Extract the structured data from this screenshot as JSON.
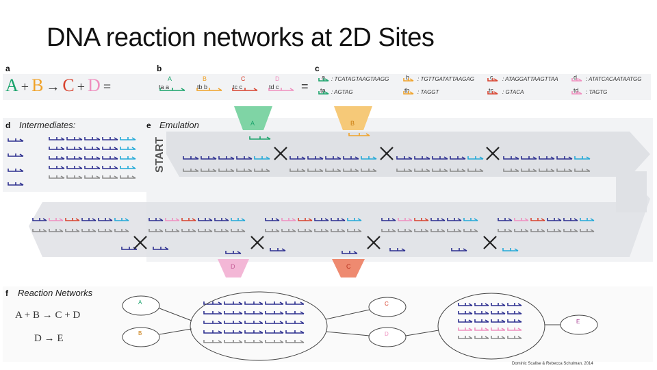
{
  "title": "DNA reaction networks at 2D Sites",
  "panels": {
    "a": "a",
    "b": "b",
    "c": "c",
    "d": "d",
    "e": "e",
    "f": "f"
  },
  "panel_a": {
    "A": "A",
    "plus1": "+",
    "B": "B",
    "arrow": "→",
    "C": "C",
    "plus2": "+",
    "D": "D",
    "eq": "="
  },
  "panel_b": {
    "A": "A",
    "B": "B",
    "C": "C",
    "D": "D",
    "A_sub": "ta a",
    "B_sub": "tb b",
    "C_sub": "tc c",
    "D_sub": "td c",
    "eq": "="
  },
  "panel_c": {
    "a_lbl": "a",
    "a_seq": ": TCATAGTAAGTAAGG",
    "b_lbl": "b",
    "b_seq": ": TGTTGATATTAAGAG",
    "c_lbl": "c",
    "c_seq": ": ATAGGATTAAGTTAA",
    "d_lbl": "d",
    "d_seq": ": ATATCACAATAATGG",
    "ta_lbl": "ta",
    "ta_seq": ": AGTAG",
    "tb_lbl": "tb",
    "tb_seq": ": TAGGT",
    "tc_lbl": "tc",
    "tc_seq": ": GTACA",
    "td_lbl": "td",
    "td_seq": ": TAGTG"
  },
  "panel_d": {
    "heading": "Intermediates:"
  },
  "panel_e": {
    "heading": "Emulation",
    "start": "START",
    "A": "A",
    "B": "B",
    "C": "C",
    "D": "D"
  },
  "panel_f": {
    "heading": "Reaction Networks",
    "rxn1": "A + B → C + D",
    "rxn2": "D → E",
    "A": "A",
    "B": "B",
    "C": "C",
    "D": "D",
    "E": "E"
  },
  "colors": {
    "A": "#1aa36b",
    "B": "#f0a228",
    "C": "#d8432f",
    "D": "#ef8fbf",
    "E": "#a0328c",
    "navy": "#2c2f8f",
    "cyan": "#23a9d8",
    "gray": "#8a8a8a",
    "band": "#dfe1e5"
  },
  "credit": "Dominic Scalise & Rebecca Schulman, 2014"
}
